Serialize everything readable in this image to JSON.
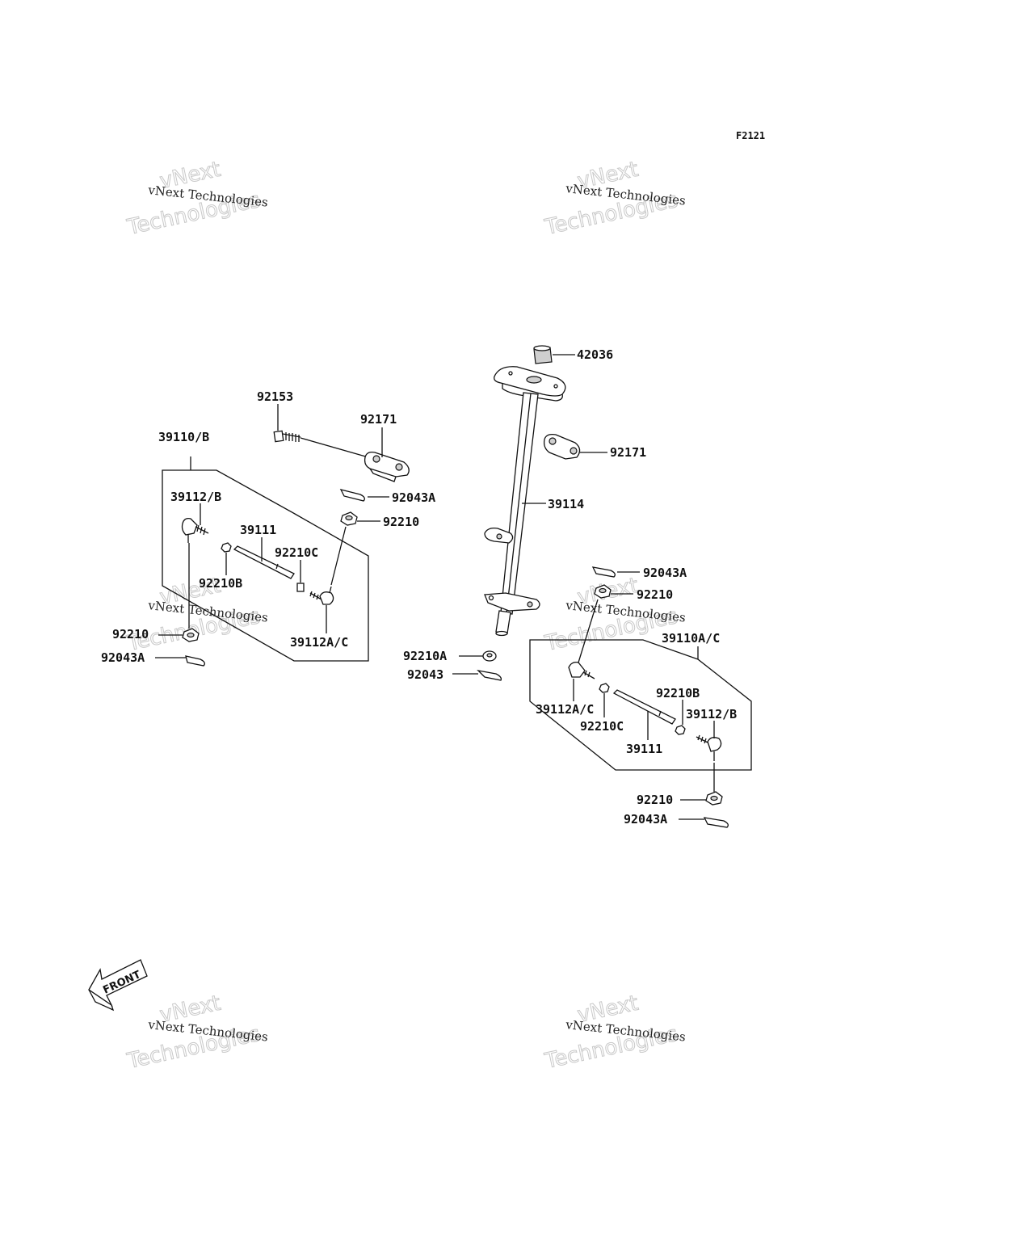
{
  "figure_code": "F2121",
  "watermark": {
    "line1": "vNext Technologies",
    "line2": "Technologies",
    "outline_top": "vNext"
  },
  "front_marker": "FRONT",
  "callouts": {
    "c42036": "42036",
    "c92171_right": "92171",
    "c39114": "39114",
    "c92153": "92153",
    "c92171_left": "92171",
    "c39110_B": "39110/B",
    "c92043A_top": "92043A",
    "c39112_B_left": "39112/B",
    "c92210_topleft": "92210",
    "c39111_left": "39111",
    "c92210C_left": "92210C",
    "c92210B_left": "92210B",
    "c92210_bottomleft": "92210",
    "c39112A_C_left": "39112A/C",
    "c92043A_bottomleft": "92043A",
    "c92043A_right": "92043A",
    "c92210_right_top": "92210",
    "c92210A": "92210A",
    "c39110A_C": "39110A/C",
    "c92043": "92043",
    "c39112A_C_right": "39112A/C",
    "c92210B_right": "92210B",
    "c39112_B_right": "39112/B",
    "c92210C_right": "92210C",
    "c39111_right": "39111",
    "c92210_bottomright": "92210",
    "c92043A_bottomright": "92043A"
  }
}
